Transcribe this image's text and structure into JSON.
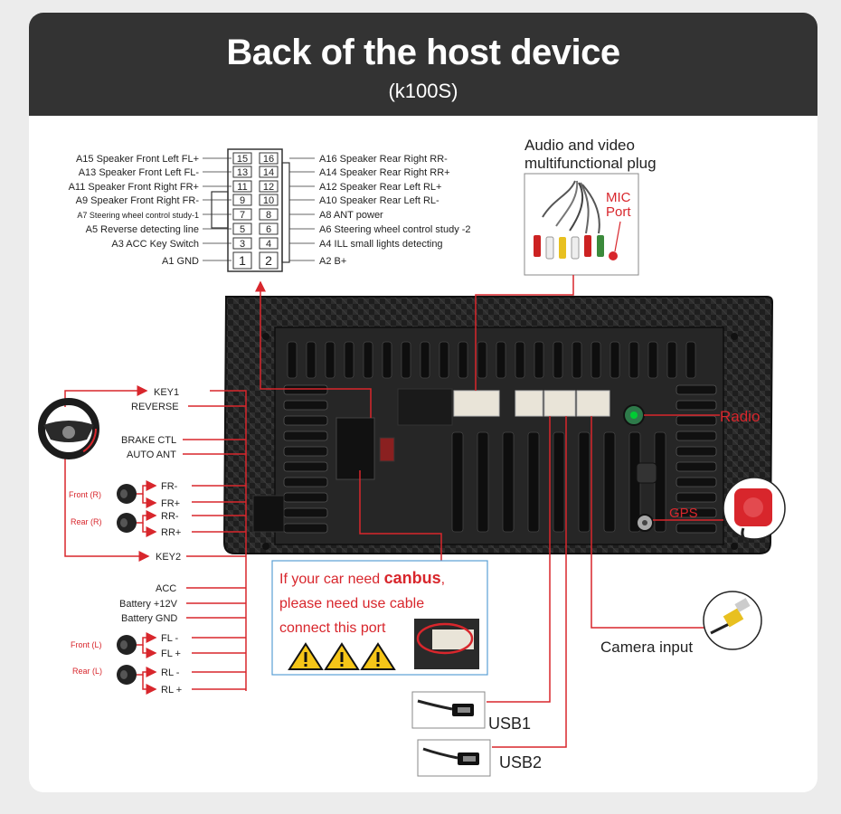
{
  "header": {
    "title": "Back of the host device",
    "subtitle": "(k100S)"
  },
  "pinout": {
    "left": [
      {
        "label": "A15  Speaker Front Left FL+",
        "pin": "15"
      },
      {
        "label": "A13  Speaker Front Left FL-",
        "pin": "13"
      },
      {
        "label": "A11  Speaker Front Right FR+",
        "pin": "11"
      },
      {
        "label": "A9   Speaker Front Right FR-",
        "pin": "9"
      },
      {
        "label": "A7   Steering wheel control study-1",
        "pin": "7"
      },
      {
        "label": "A5   Reverse detecting line",
        "pin": "5"
      },
      {
        "label": "A3 ACC Key Switch",
        "pin": "3"
      },
      {
        "label": "A1 GND",
        "pin": "1"
      }
    ],
    "right": [
      {
        "label": "A16 Speaker Rear Right RR-",
        "pin": "16"
      },
      {
        "label": "A14 Speaker Rear Right RR+",
        "pin": "14"
      },
      {
        "label": "A12 Speaker Rear Left RL+",
        "pin": "12"
      },
      {
        "label": "A10 Speaker Rear Left RL-",
        "pin": "10"
      },
      {
        "label": "A8   ANT power",
        "pin": "8"
      },
      {
        "label": "A6   Steering wheel control study -2",
        "pin": "6"
      },
      {
        "label": "A4   ILL small lights detecting",
        "pin": "4"
      },
      {
        "label": "A2   B+",
        "pin": "2"
      }
    ]
  },
  "audio_plug": {
    "title_line1": "Audio and video",
    "title_line2": "multifunctional plug",
    "mic_line1": "MIC",
    "mic_line2": "Port"
  },
  "left_wires": {
    "key1": "KEY1",
    "reverse": "REVERSE",
    "brake": "BRAKE CTL",
    "auto_ant": "AUTO ANT",
    "fr_minus": "FR-",
    "fr_plus": "FR+",
    "rr_minus": "RR-",
    "rr_plus": "RR+",
    "key2": "KEY2",
    "acc": "ACC",
    "battery12": "Battery +12V",
    "battery_gnd": "Battery GND",
    "fl_minus": "FL -",
    "fl_plus": "FL +",
    "rl_minus": "RL -",
    "rl_plus": "RL +",
    "front_r": "Front (R)",
    "rear_r": "Rear (R)",
    "front_l": "Front (L)",
    "rear_l": "Rear (L)"
  },
  "canbus": {
    "line1_prefix": "If your car need ",
    "line1_bold": "canbus",
    "line1_suffix": ",",
    "line2": "please need use cable",
    "line3": "connect this port"
  },
  "right_labels": {
    "radio": "Radio",
    "gps": "GPS",
    "camera": "Camera input",
    "usb1": "USB1",
    "usb2": "USB2"
  },
  "colors": {
    "header_bg": "#333333",
    "wire_red": "#d8262c",
    "device_dark": "#1c1c1c"
  }
}
